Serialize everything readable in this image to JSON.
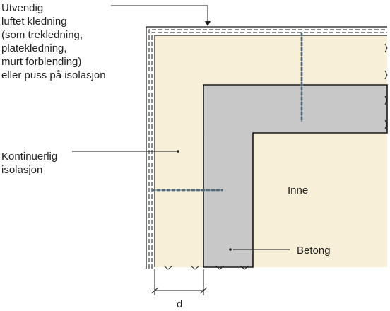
{
  "labels": {
    "exterior_cladding": "Utvendig\nluftet kledning\n(som trekledning,\nplatekledning,\nmurt forblending)\neller puss på isolasjon",
    "continuous_insulation": "Kontinuerlig\nisolasjon",
    "inside": "Inne",
    "concrete": "Betong",
    "dimension": "d"
  },
  "colors": {
    "insulation_fill": "#f7efd8",
    "concrete_fill": "#c8c8c8",
    "outline": "#1a1a1a",
    "anchor": "#6e8a99",
    "text": "#222222"
  }
}
